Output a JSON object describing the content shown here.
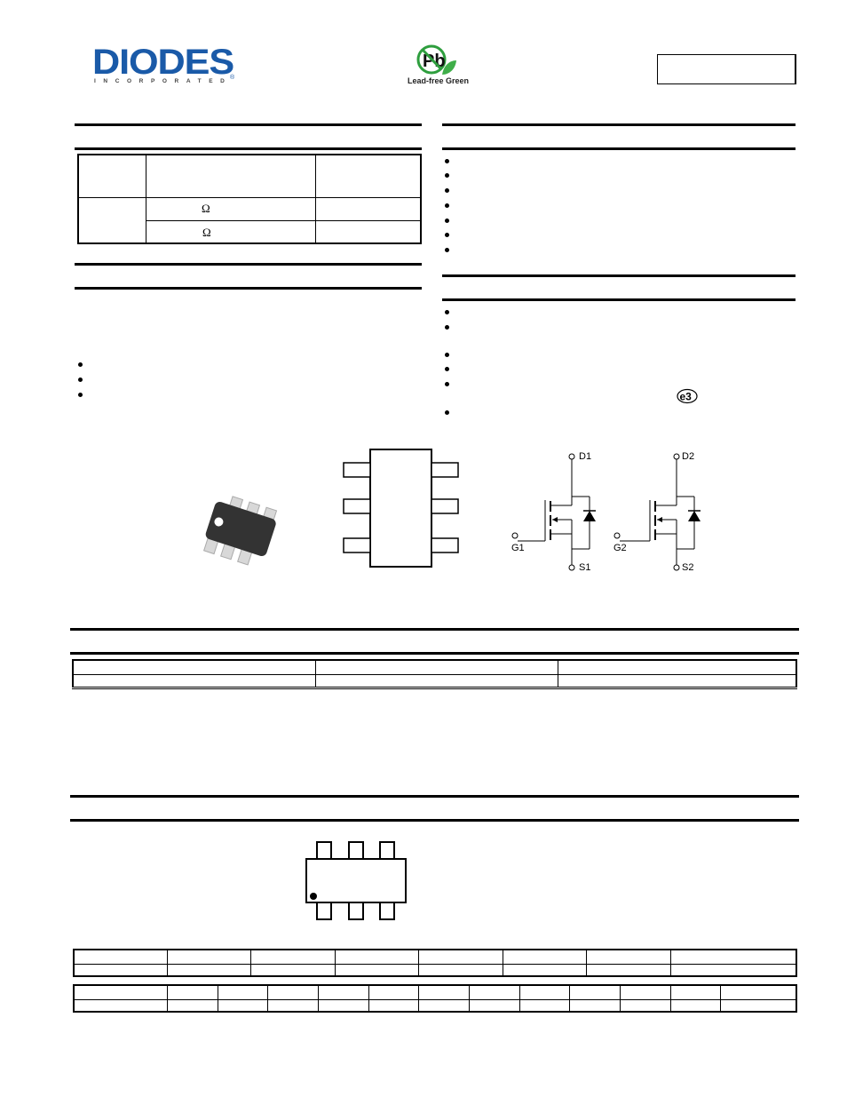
{
  "header": {
    "logo": {
      "brand": "DIODES",
      "subtitle": "INCORPORATED",
      "registered": "®",
      "color": "#1a5aa8"
    },
    "compliance_badge": {
      "symbol": "Pb",
      "label": "Lead-free Green",
      "color": "#2e9e3e"
    },
    "part_number_box": ""
  },
  "product_summary": {
    "title": "",
    "table": {
      "headers": [
        "",
        "",
        ""
      ],
      "rows": [
        {
          "col1": "",
          "col2_symbol": "Ω",
          "col3": ""
        },
        {
          "col1": "",
          "col2_symbol": "Ω",
          "col3": ""
        }
      ]
    }
  },
  "features": {
    "title": "",
    "items": [
      "",
      "",
      "",
      "",
      "",
      "",
      ""
    ]
  },
  "description_applications": {
    "title": "",
    "paragraph": "",
    "items": [
      "",
      "",
      ""
    ]
  },
  "mechanical_data": {
    "title": "",
    "items": [
      "",
      "",
      "",
      "",
      "",
      ""
    ],
    "e3_mark": "e3"
  },
  "diagrams": {
    "package_photo": "SOT-26 package",
    "pinout_top_view": "",
    "schematic": {
      "mosfet1": {
        "drain": "D1",
        "gate": "G1",
        "source": "S1"
      },
      "mosfet2": {
        "drain": "D2",
        "gate": "G2",
        "source": "S2"
      }
    }
  },
  "ordering_information": {
    "title": "",
    "table": {
      "headers": [
        "",
        "",
        ""
      ],
      "rows": [
        [
          "",
          "",
          ""
        ]
      ]
    }
  },
  "marking_information": {
    "title": "",
    "date_code_table_1": {
      "headers": [
        "",
        "",
        "",
        "",
        "",
        "",
        "",
        ""
      ],
      "row": [
        "",
        "",
        "",
        "",
        "",
        "",
        "",
        ""
      ]
    },
    "date_code_table_2": {
      "headers": [
        "",
        "",
        "",
        "",
        "",
        "",
        "",
        "",
        "",
        "",
        "",
        "",
        ""
      ],
      "row": [
        "",
        "",
        "",
        "",
        "",
        "",
        "",
        "",
        "",
        "",
        "",
        "",
        ""
      ]
    }
  }
}
